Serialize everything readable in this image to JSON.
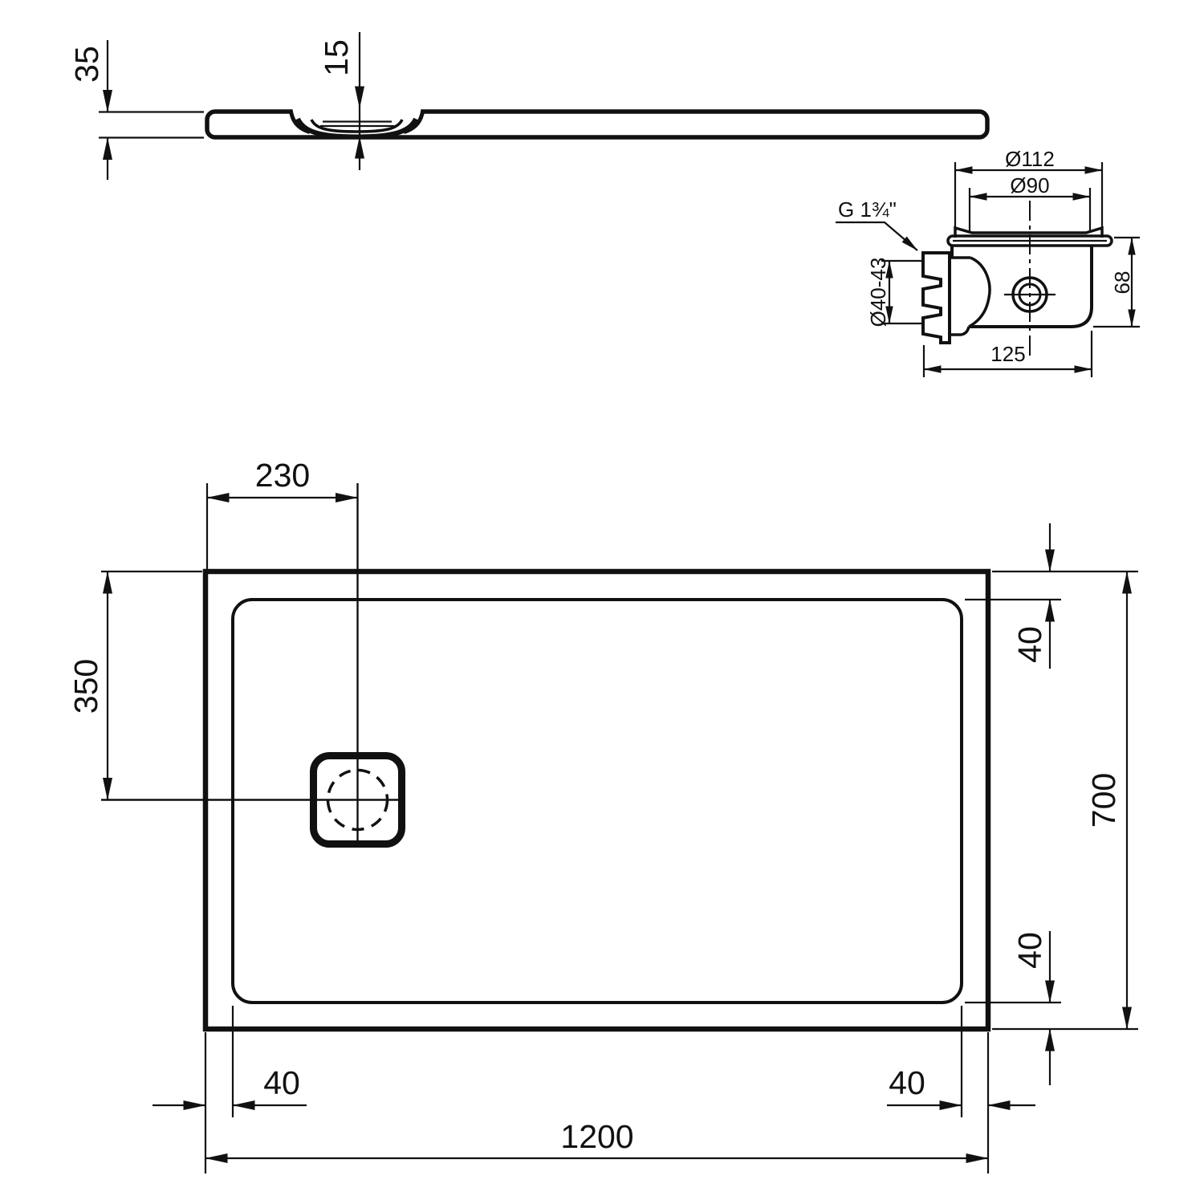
{
  "drawing": {
    "side_view": {
      "overall_height": "35",
      "recess_depth": "15"
    },
    "waste_detail": {
      "flange_dia": "Ø112",
      "grate_dia": "Ø90",
      "thread_size": "G 1¾\"",
      "outlet_dia": "Ø40-43",
      "trap_height": "68",
      "trap_length": "125"
    },
    "plan_view": {
      "drain_center_from_left": "230",
      "drain_center_from_top": "350",
      "tray_length": "1200",
      "tray_width": "700",
      "rim_right_top": "40",
      "rim_right_bottom": "40",
      "rim_bottom_left": "40",
      "rim_bottom_right": "40"
    }
  }
}
